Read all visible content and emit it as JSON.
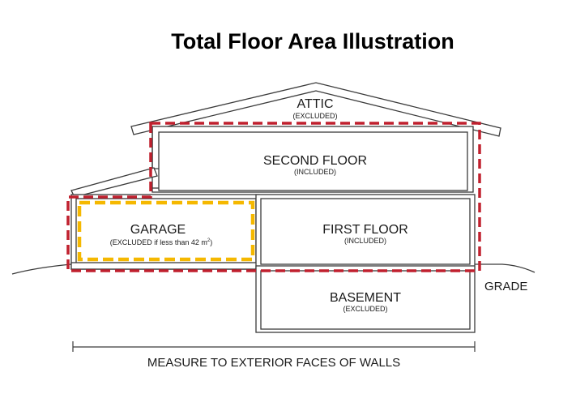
{
  "title": "Total Floor Area Illustration",
  "rooms": {
    "attic": {
      "label": "ATTIC",
      "status": "(EXCLUDED)"
    },
    "second_floor": {
      "label": "SECOND FLOOR",
      "status": "(INCLUDED)"
    },
    "first_floor": {
      "label": "FIRST FLOOR",
      "status": "(INCLUDED)"
    },
    "garage": {
      "label": "GARAGE",
      "status": "(EXCLUDED if less than 42 m",
      "status_sup": "2",
      "status_end": ")"
    },
    "basement": {
      "label": "BASEMENT",
      "status": "(EXCLUDED)"
    }
  },
  "grade_label": "GRADE",
  "measure_label": "MEASURE TO EXTERIOR FACES OF WALLS",
  "colors": {
    "included_boundary": "#c0202e",
    "garage_boundary": "#f5b800",
    "wall": "#3a3a3a"
  }
}
